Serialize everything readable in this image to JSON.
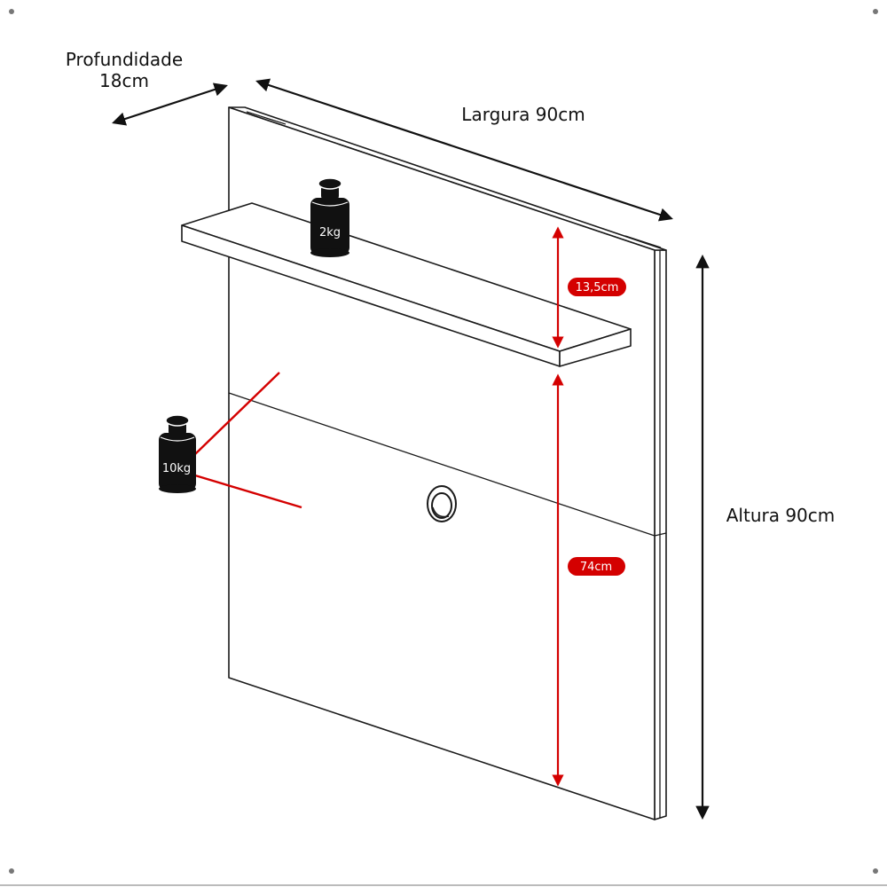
{
  "labels": {
    "depth_line1": "Profundidade",
    "depth_line2": "18cm",
    "width": "Largura 90cm",
    "height": "Altura 90cm",
    "shelf_gap": "13,5cm",
    "lower_height": "74cm",
    "shelf_weight": "2kg",
    "panel_weight": "10kg"
  },
  "colors": {
    "outline": "#1a1a1a",
    "accent_red": "#d40000",
    "weight_black": "#111111"
  }
}
